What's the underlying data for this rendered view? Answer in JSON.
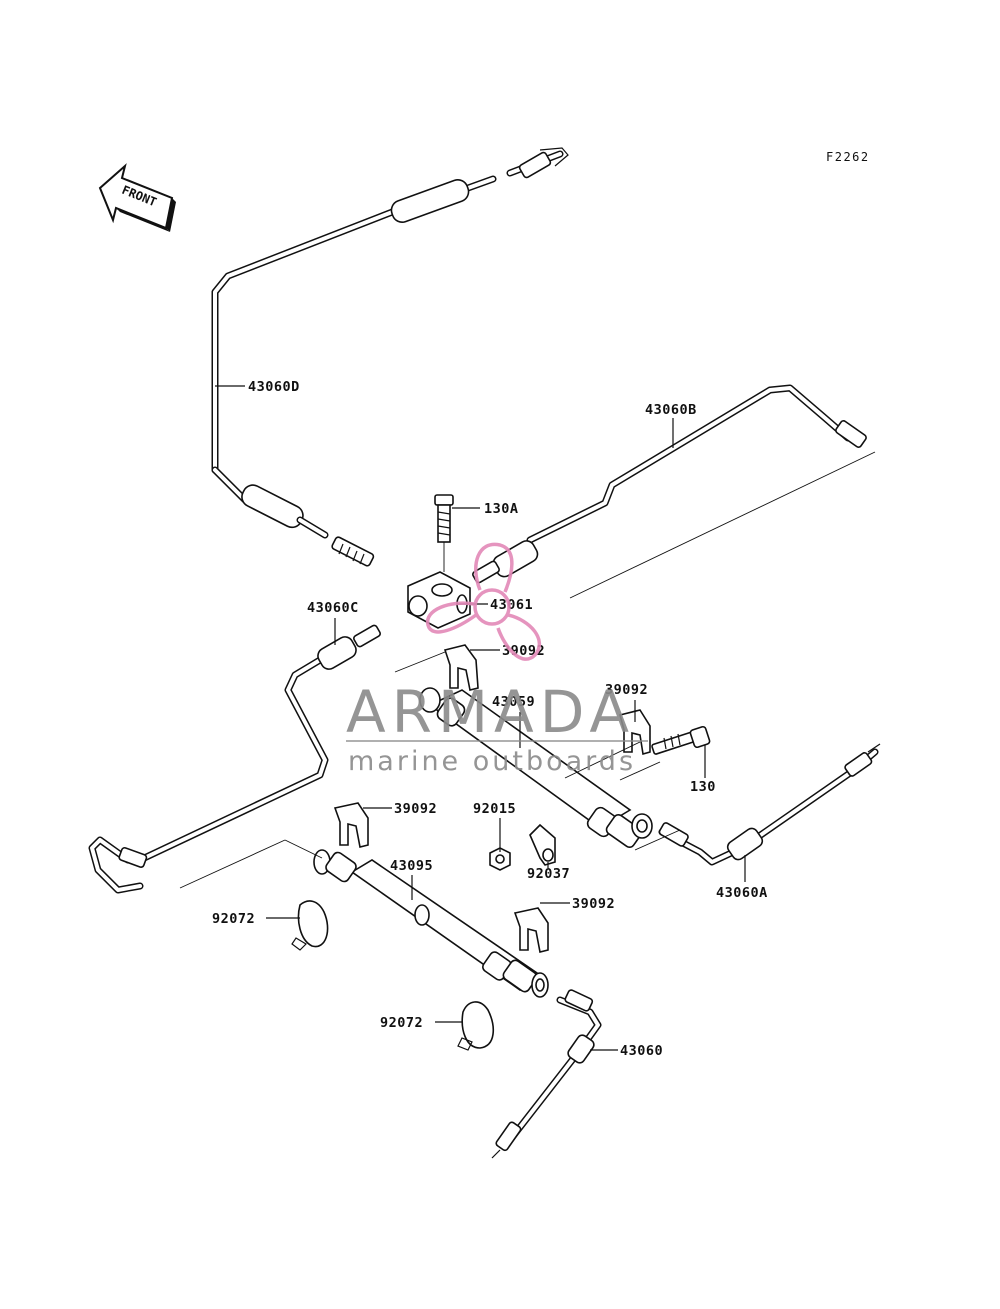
{
  "figure_code": "F2262",
  "front_label": "FRONT",
  "watermark": {
    "brand": "ARMADA",
    "tagline": "marine outboards",
    "text_color": "#8a8a8a",
    "logo_color": "#e389b8"
  },
  "callouts": {
    "c43060D": "43060D",
    "c43060B": "43060B",
    "c130A": "130A",
    "c43061": "43061",
    "c43060C": "43060C",
    "c39092a": "39092",
    "c39092b": "39092",
    "c43059": "43059",
    "c130": "130",
    "c39092c": "39092",
    "c92015": "92015",
    "c92037": "92037",
    "c43060A": "43060A",
    "c43095": "43095",
    "c92072a": "92072",
    "c39092d": "39092",
    "c92072b": "92072",
    "c43060": "43060"
  }
}
